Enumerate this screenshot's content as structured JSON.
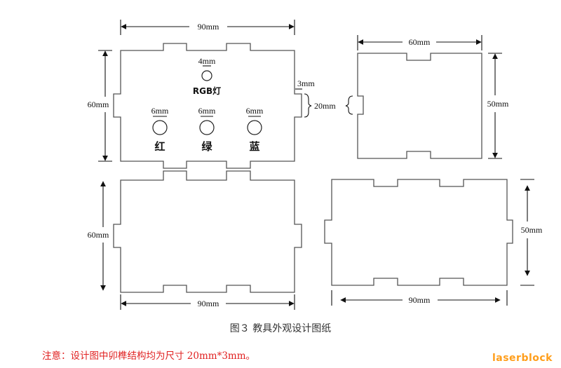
{
  "panels": {
    "front": {
      "width_label": "90mm",
      "height_label": "60mm"
    },
    "back": {
      "width_label": "90mm",
      "height_label": "60mm"
    },
    "side": {
      "width_label": "60mm",
      "height_label": "50mm"
    },
    "bottom": {
      "width_label": "90mm",
      "height_label": "50mm"
    }
  },
  "holes": {
    "led_label": "RGB灯",
    "led_hole_diameter": "4mm",
    "color_hole_diameter": "6mm",
    "red": "红",
    "green": "绿",
    "blue": "蓝"
  },
  "tenon": {
    "depth": "3mm",
    "width": "20mm"
  },
  "caption": "图３ 教具外观设计图纸",
  "note": "注意：设计图中卯榫结构均为尺寸 20mm*3mm。",
  "watermark": "laserblock",
  "colors": {
    "line": "#555555",
    "note": "#e02020",
    "watermark": "#ff9e1b"
  }
}
